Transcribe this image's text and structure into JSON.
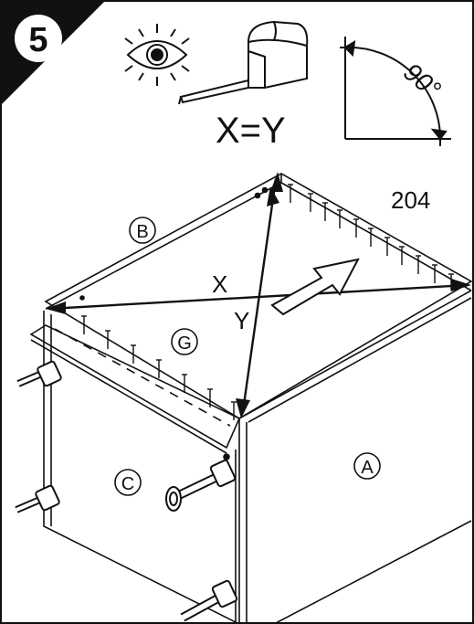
{
  "step": {
    "number": "5"
  },
  "header": {
    "formula": "X=Y",
    "angle_label": "90°"
  },
  "diagram": {
    "part_number": "204",
    "labels": {
      "panel_b": "B",
      "panel_g": "G",
      "panel_c": "C",
      "panel_a": "A",
      "diagonal_x": "X",
      "diagonal_y": "Y"
    }
  },
  "icons": [
    "eye-icon",
    "tape-measure-icon",
    "right-angle-icon",
    "push-arrow-icon",
    "cam-connector-icon"
  ],
  "colors": {
    "ink": "#111111",
    "paper": "#ffffff"
  }
}
